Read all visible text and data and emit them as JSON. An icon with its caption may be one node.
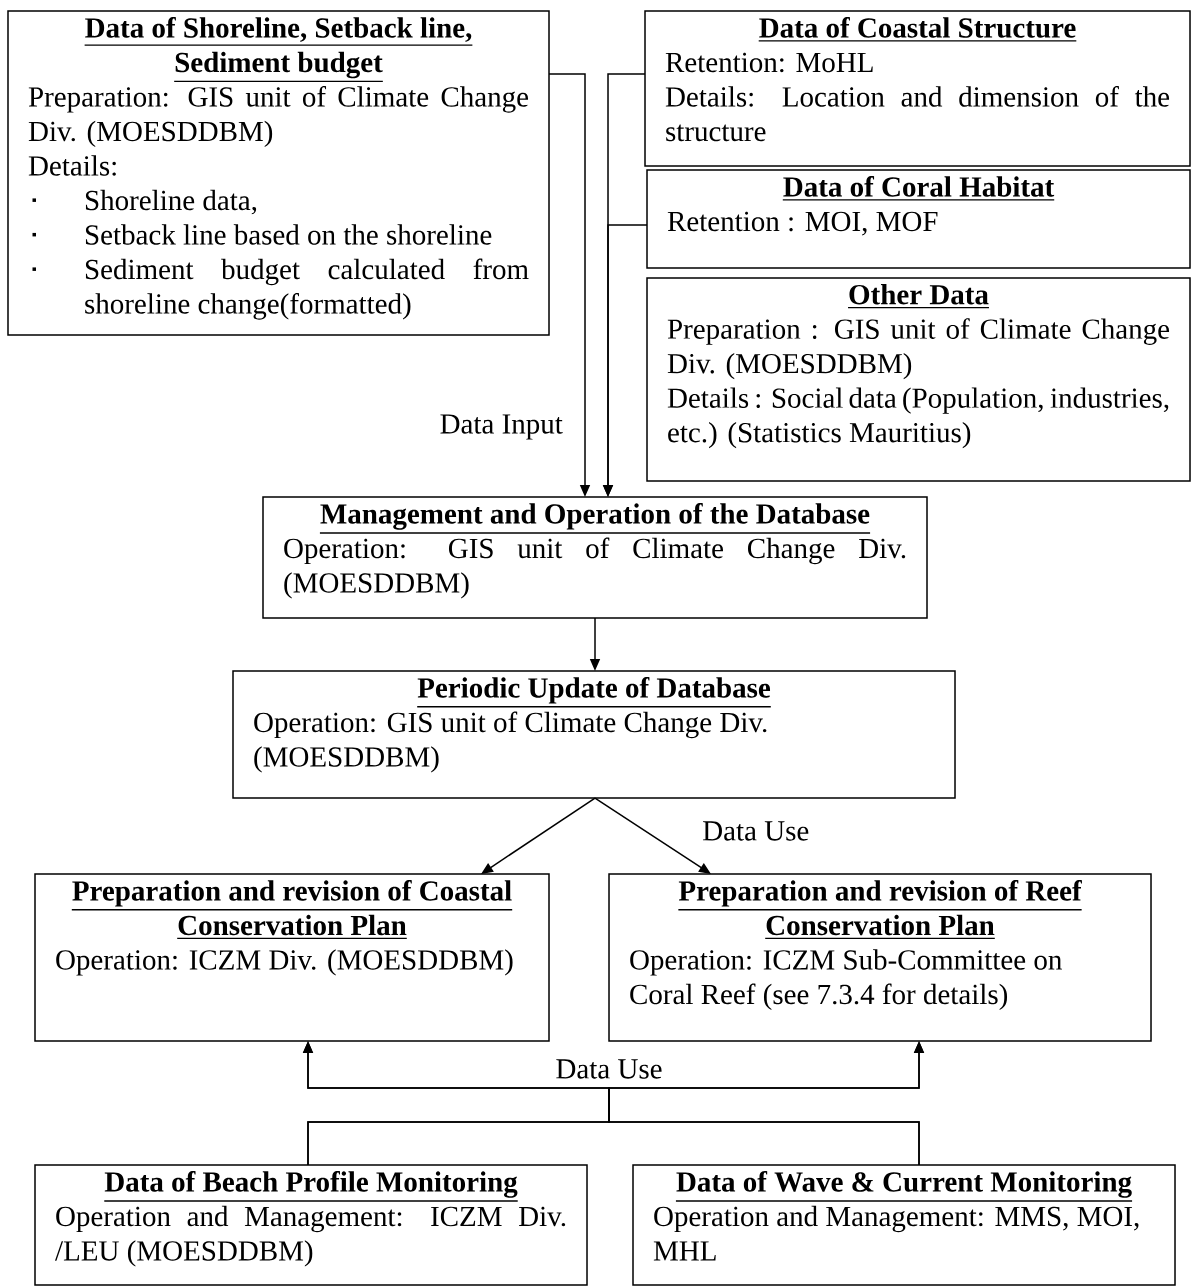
{
  "diagram": {
    "nodes": [
      {
        "text": [
          "Data of Shoreline, Setback line, Sediment budget",
          "Preparation: GIS unit of Climate Change Div. (MOESDDBM)",
          "Details:",
          "Shoreline data,",
          "Setback line based on the shoreline",
          "Sediment budget calculated from shoreline change(formatted)"
        ]
      },
      {
        "text": [
          "Data of Coastal Structure",
          "Retention: MoHL",
          "Details: Location and dimension of the structure"
        ]
      },
      {
        "text": [
          "Data of Coral Habitat",
          "Retention : MOI, MOF"
        ]
      },
      {
        "text": [
          "Other Data",
          "Preparation : GIS unit of Climate Change Div. (MOESDDBM)",
          "Details : Social data (Population, industries, etc.) (Statistics Mauritius)"
        ]
      },
      {
        "text": [
          "Management and Operation of the Database",
          "Operation: GIS unit of Climate Change Div. (MOESDDBM)"
        ]
      },
      {
        "text": [
          "Periodic Update of Database",
          "Operation: GIS unit of Climate Change Div. (MOESDDBM)"
        ]
      },
      {
        "text": [
          "Preparation and revision of Coastal Conservation Plan",
          "Operation: ICZM Div. (MOESDDBM)"
        ]
      },
      {
        "text": [
          "Preparation and revision of Reef Conservation Plan",
          "Operation: ICZM Sub-Committee on Coral Reef (see 7.3.4 for details)"
        ]
      },
      {
        "text": [
          "Data of Beach Profile Monitoring",
          "Operation and Management: ICZM Div. /LEU (MOESDDBM)"
        ]
      },
      {
        "text": [
          "Data of Wave & Current Monitoring",
          "Operation and Management: MMS, MOI, MHL"
        ]
      }
    ],
    "edges": [
      {
        "from": 0,
        "to": 4,
        "arrow": "to",
        "label": "Data Input"
      },
      {
        "from": 1,
        "to": 4,
        "arrow": "to"
      },
      {
        "from": 2,
        "to": 4,
        "arrow": "to"
      },
      {
        "from": 4,
        "to": 5,
        "arrow": "to"
      },
      {
        "from": 5,
        "to": 6,
        "arrow": "to"
      },
      {
        "from": 5,
        "to": 7,
        "arrow": "to",
        "label": "Data Use"
      },
      {
        "from": 8,
        "to": 6,
        "arrow": "to",
        "label": "Data Use"
      },
      {
        "from": 8,
        "to": 7,
        "arrow": "to"
      },
      {
        "from": 9,
        "to": 6,
        "arrow": "to"
      },
      {
        "from": 9,
        "to": 7,
        "arrow": "to"
      }
    ]
  }
}
